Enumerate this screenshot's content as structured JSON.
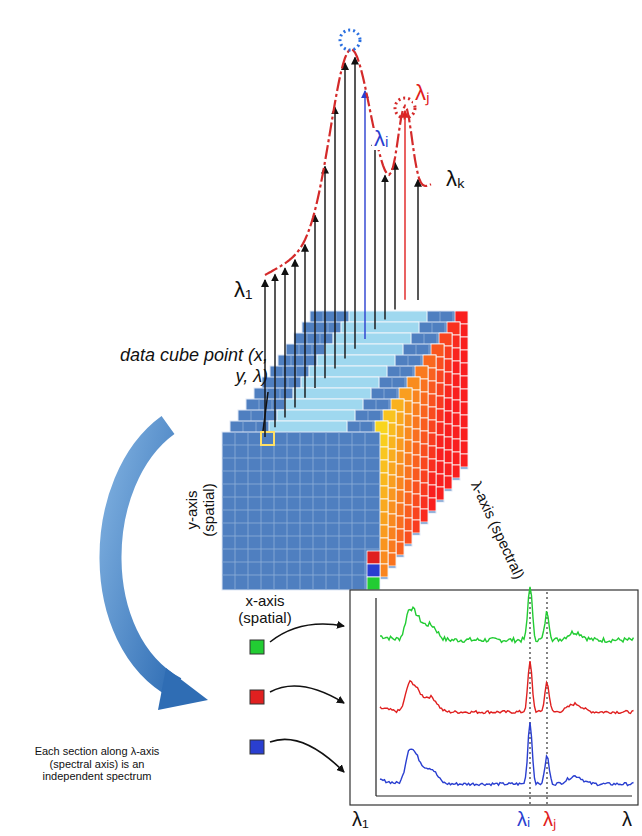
{
  "diagram": {
    "labels": [
      "data cube point (x, y, λ)",
      "y-axis (spatial)",
      "x-axis (spatial)",
      "λ-axis (spectral)",
      "λ₁",
      "λᵢ",
      "λⱼ",
      "λₖ",
      "Each section along λ-axis (spectral axis) is an independent spectrum",
      "λ₁",
      "λᵢ",
      "λⱼ",
      "λ"
    ]
  }
}
